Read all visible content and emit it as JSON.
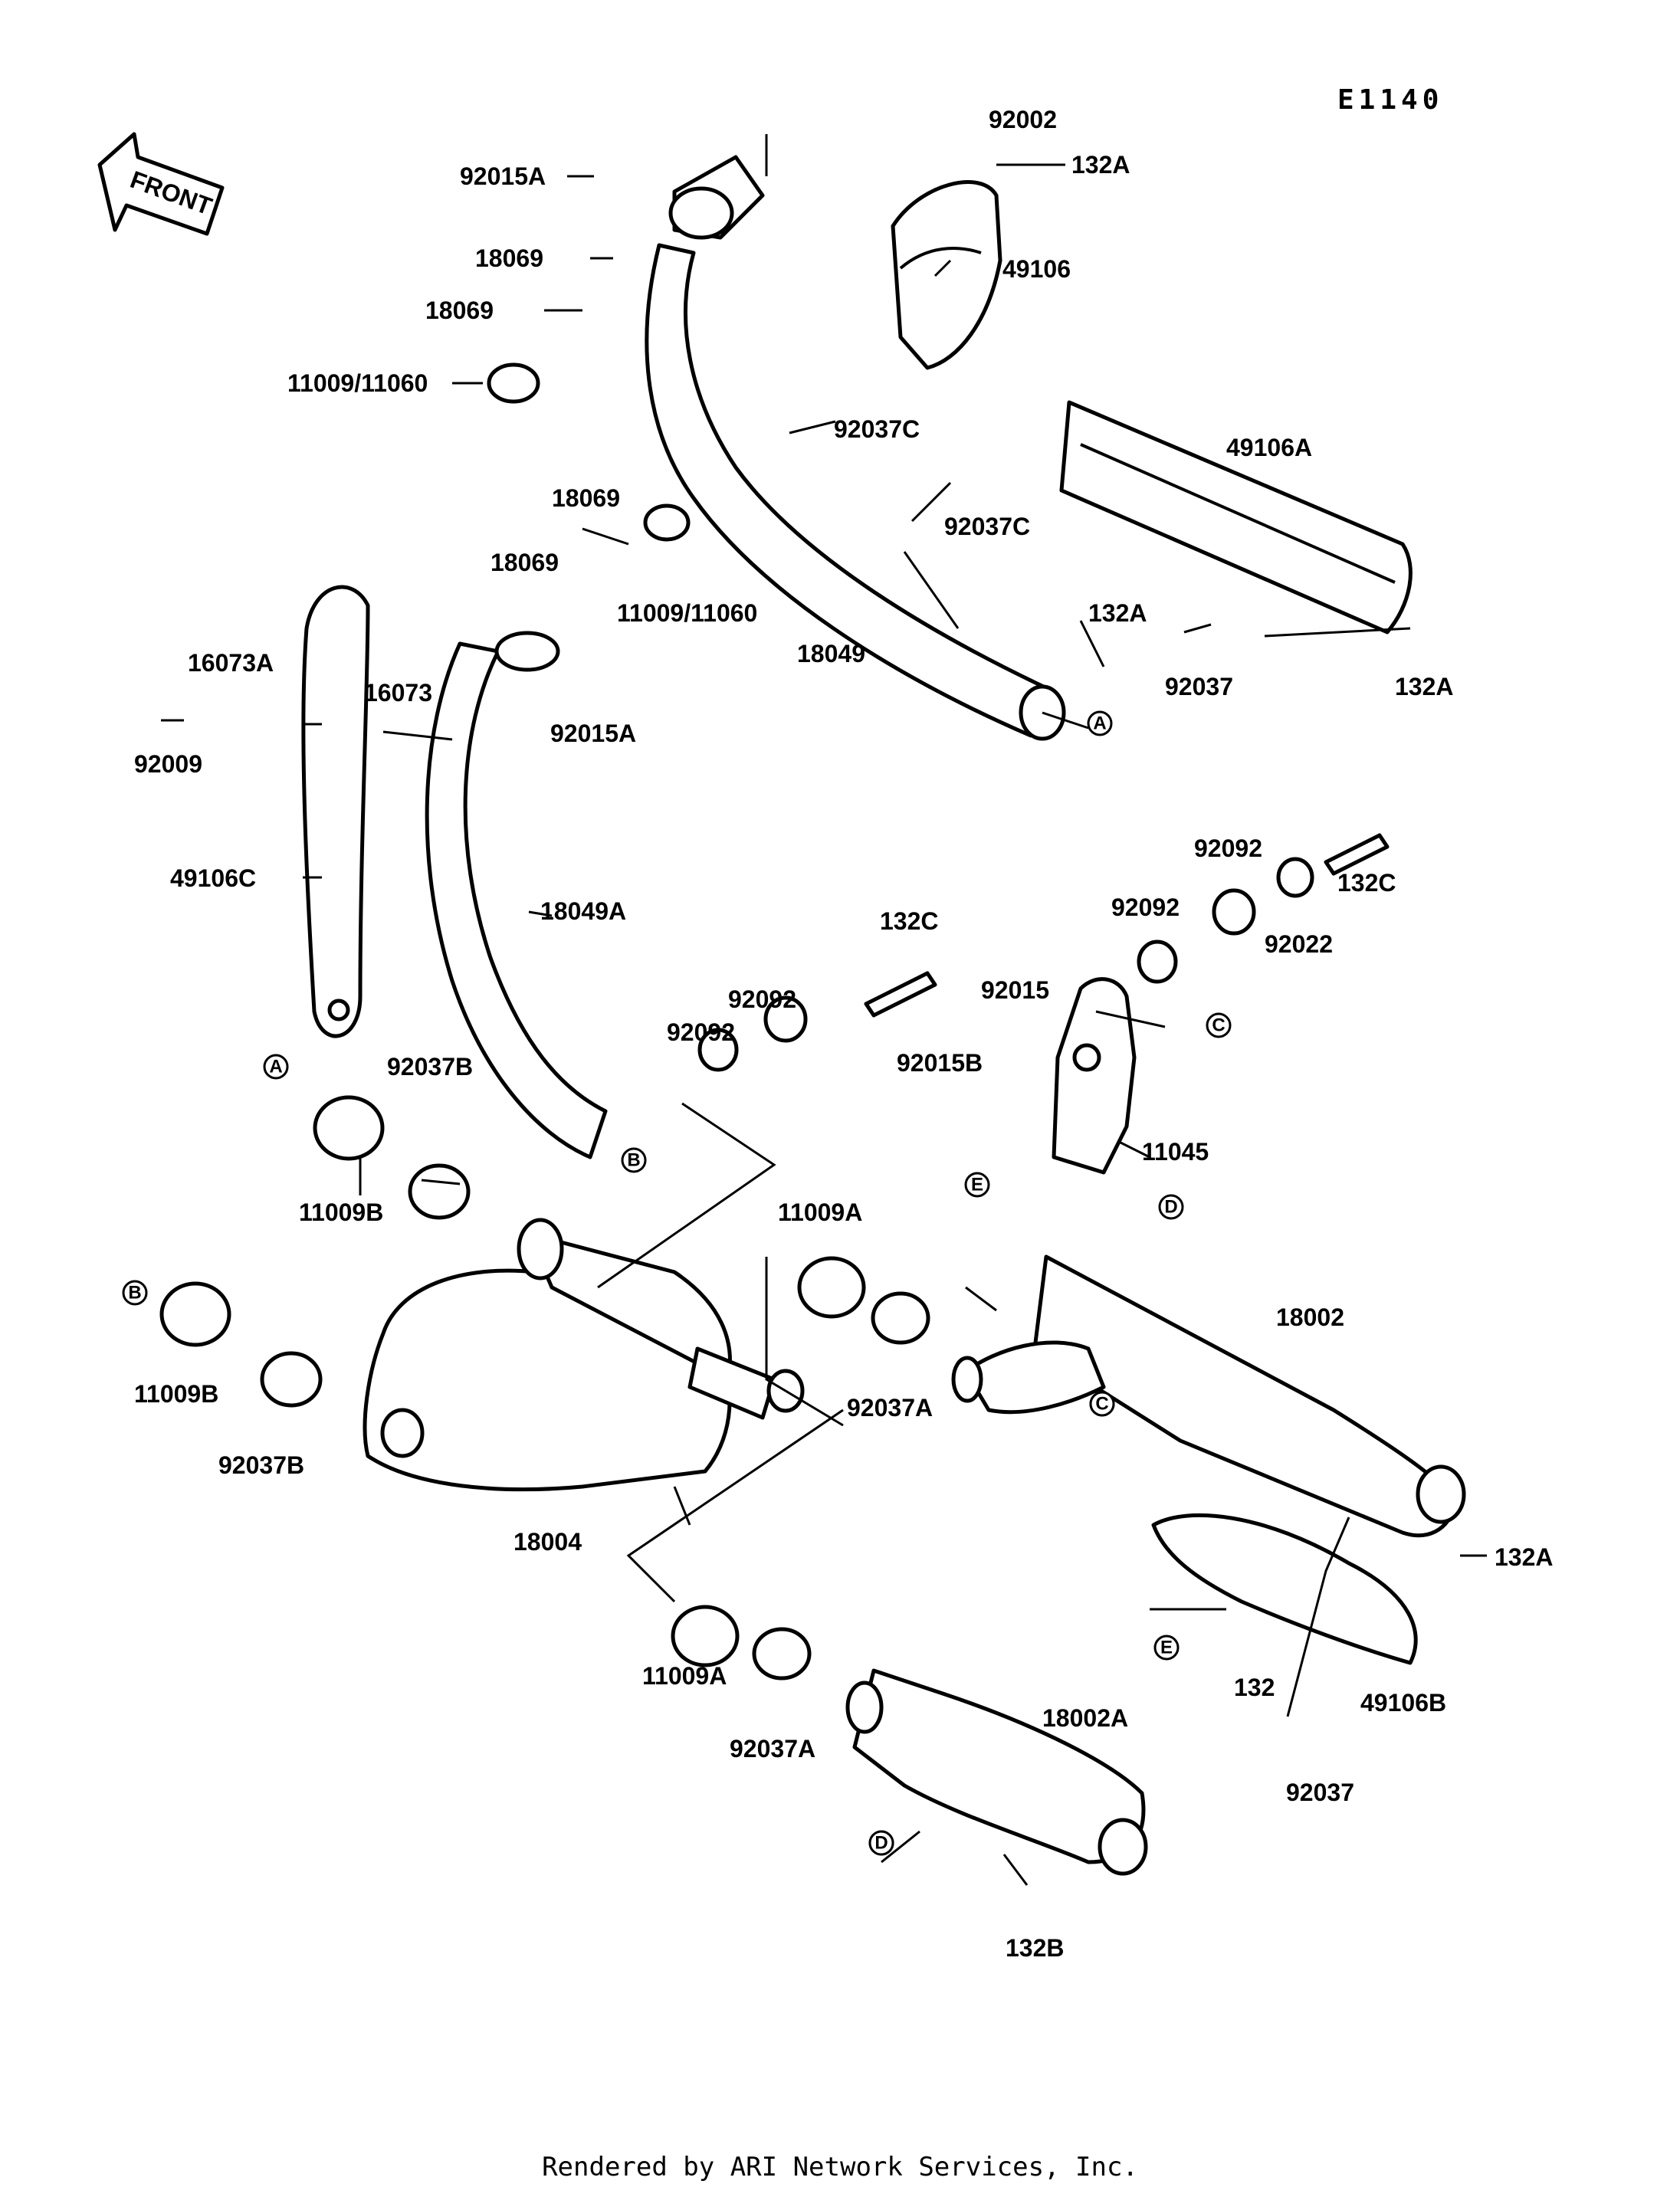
{
  "diagram_id": "E1140",
  "front_badge": "FRONT",
  "footer": "Rendered by ARI Network Services, Inc.",
  "parts": [
    {
      "label": "92002"
    },
    {
      "label": "132A"
    },
    {
      "label": "92015A"
    },
    {
      "label": "18069"
    },
    {
      "label": "49106"
    },
    {
      "label": "18069"
    },
    {
      "label": "11009/11060"
    },
    {
      "label": "92037C"
    },
    {
      "label": "49106A"
    },
    {
      "label": "18069"
    },
    {
      "label": "92037C"
    },
    {
      "label": "18069"
    },
    {
      "label": "11009/11060"
    },
    {
      "label": "132A"
    },
    {
      "label": "18049"
    },
    {
      "label": "92037"
    },
    {
      "label": "132A"
    },
    {
      "label": "16073A"
    },
    {
      "label": "16073"
    },
    {
      "label": "92015A"
    },
    {
      "label": "92009"
    },
    {
      "label": "92092"
    },
    {
      "label": "132C"
    },
    {
      "label": "49106C"
    },
    {
      "label": "18049A"
    },
    {
      "label": "92092"
    },
    {
      "label": "92022"
    },
    {
      "label": "132C"
    },
    {
      "label": "92015"
    },
    {
      "label": "92092"
    },
    {
      "label": "92092"
    },
    {
      "label": "92015B"
    },
    {
      "label": "92037B"
    },
    {
      "label": "11045"
    },
    {
      "label": "11009B"
    },
    {
      "label": "11009A"
    },
    {
      "label": "18002"
    },
    {
      "label": "11009B"
    },
    {
      "label": "92037A"
    },
    {
      "label": "92037B"
    },
    {
      "label": "18004"
    },
    {
      "label": "132A"
    },
    {
      "label": "11009A"
    },
    {
      "label": "132"
    },
    {
      "label": "49106B"
    },
    {
      "label": "92037A"
    },
    {
      "label": "18002A"
    },
    {
      "label": "92037"
    },
    {
      "label": "132B"
    }
  ],
  "refs": [
    "A",
    "B",
    "C",
    "D",
    "A",
    "B",
    "C",
    "D",
    "E",
    "C",
    "E",
    "D"
  ]
}
